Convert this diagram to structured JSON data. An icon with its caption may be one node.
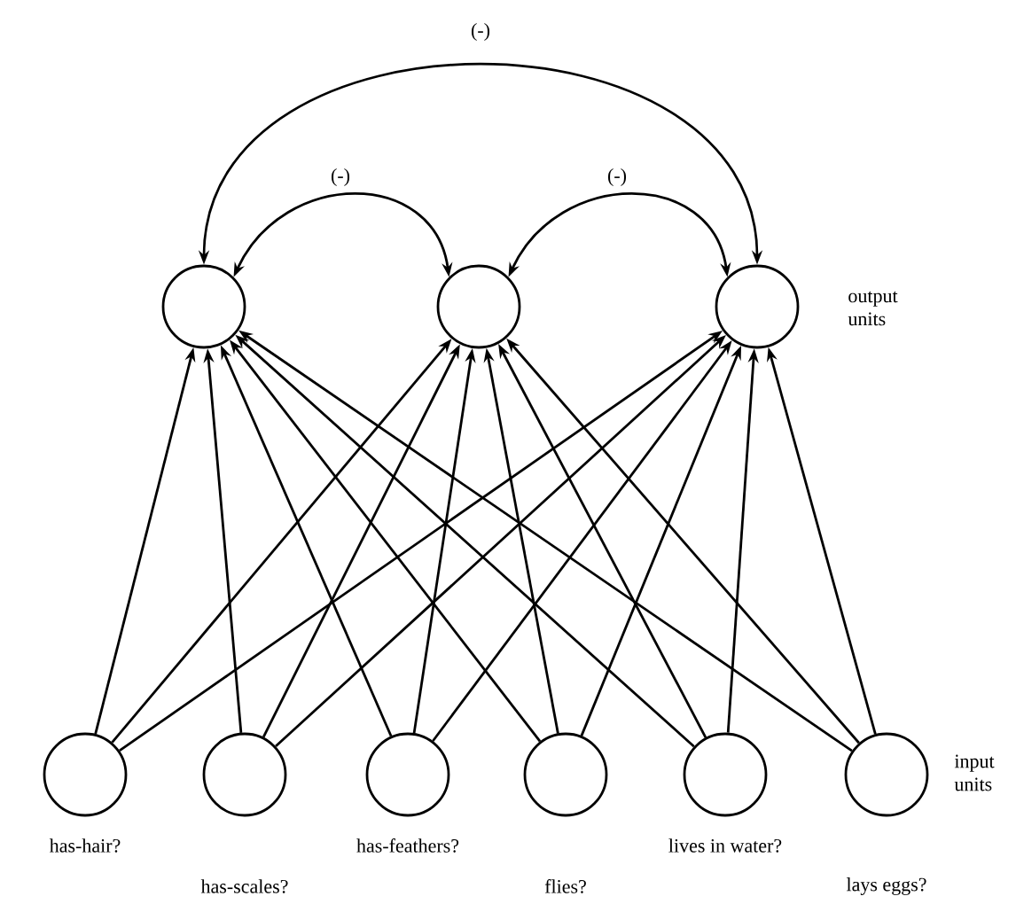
{
  "diagram": {
    "nodes": [
      {
        "text": [],
        "shape": "circle"
      },
      {
        "text": [],
        "shape": "circle"
      },
      {
        "text": [],
        "shape": "circle"
      },
      {
        "text": [],
        "shape": "circle",
        "beside": [
          "has-hair?"
        ]
      },
      {
        "text": [],
        "shape": "circle",
        "beside": [
          "has-scales?"
        ]
      },
      {
        "text": [],
        "shape": "circle",
        "beside": [
          "has-feathers?"
        ]
      },
      {
        "text": [],
        "shape": "circle",
        "beside": [
          "flies?"
        ]
      },
      {
        "text": [],
        "shape": "circle",
        "beside": [
          "lives in water?"
        ]
      },
      {
        "text": [],
        "shape": "circle",
        "beside": [
          "lays eggs?"
        ]
      }
    ],
    "edges": [
      {
        "from": 3,
        "to": 0,
        "arrow": "to"
      },
      {
        "from": 3,
        "to": 1,
        "arrow": "to"
      },
      {
        "from": 3,
        "to": 2,
        "arrow": "to"
      },
      {
        "from": 4,
        "to": 0,
        "arrow": "to"
      },
      {
        "from": 4,
        "to": 1,
        "arrow": "to"
      },
      {
        "from": 4,
        "to": 2,
        "arrow": "to"
      },
      {
        "from": 5,
        "to": 0,
        "arrow": "to"
      },
      {
        "from": 5,
        "to": 1,
        "arrow": "to"
      },
      {
        "from": 5,
        "to": 2,
        "arrow": "to"
      },
      {
        "from": 6,
        "to": 0,
        "arrow": "to"
      },
      {
        "from": 6,
        "to": 1,
        "arrow": "to"
      },
      {
        "from": 6,
        "to": 2,
        "arrow": "to"
      },
      {
        "from": 7,
        "to": 0,
        "arrow": "to"
      },
      {
        "from": 7,
        "to": 1,
        "arrow": "to"
      },
      {
        "from": 7,
        "to": 2,
        "arrow": "to"
      },
      {
        "from": 8,
        "to": 0,
        "arrow": "to"
      },
      {
        "from": 8,
        "to": 1,
        "arrow": "to"
      },
      {
        "from": 8,
        "to": 2,
        "arrow": "to"
      },
      {
        "from": 0,
        "to": 2,
        "arrow": "both",
        "label": "(-)"
      },
      {
        "from": 0,
        "to": 1,
        "arrow": "both",
        "label": "(-)"
      },
      {
        "from": 1,
        "to": 2,
        "arrow": "both",
        "label": "(-)"
      }
    ],
    "labels": [
      "output units",
      "input units"
    ]
  }
}
